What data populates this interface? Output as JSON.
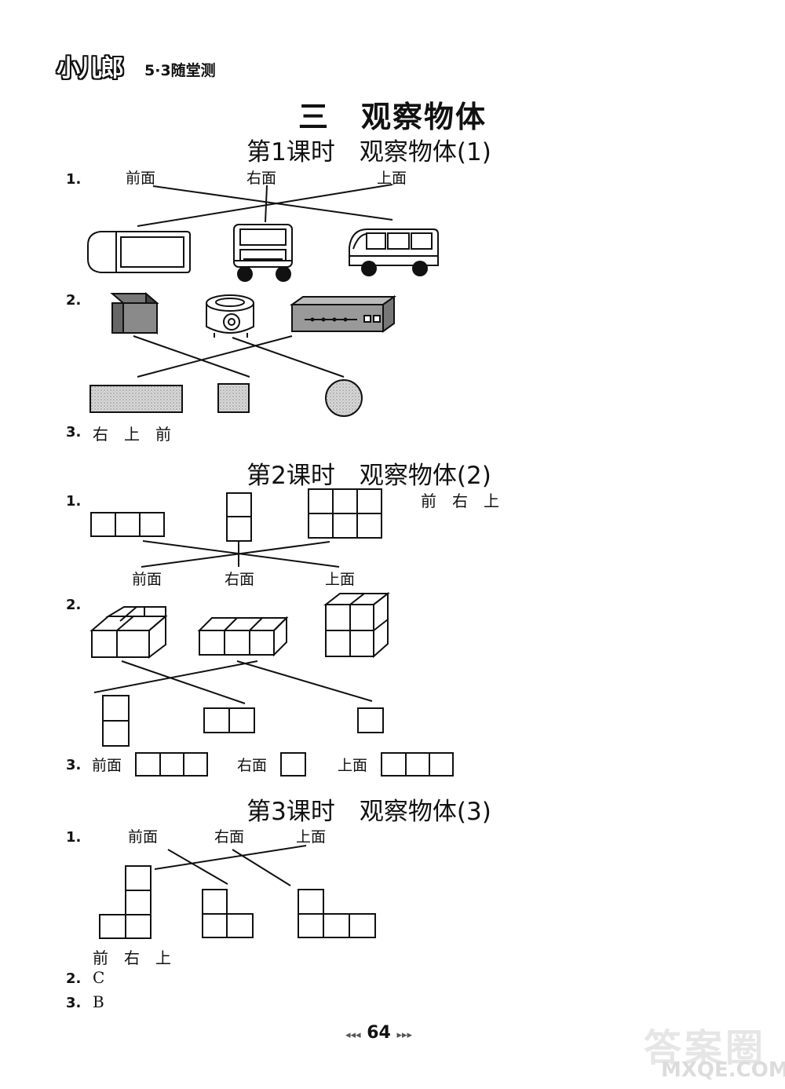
{
  "header": {
    "brand": "小儿郎",
    "series": "5·3随堂测"
  },
  "chapter_title": "三　观察物体",
  "lesson1": {
    "title": "第1课时　观察物体(1)",
    "q1": {
      "num": "1.",
      "labels": [
        "前面",
        "右面",
        "上面"
      ]
    },
    "q2": {
      "num": "2."
    },
    "q3": {
      "num": "3.",
      "answer": "右　上　前"
    }
  },
  "lesson2": {
    "title": "第2课时　观察物体(2)",
    "q1": {
      "num": "1.",
      "labels": [
        "前面",
        "右面",
        "上面"
      ],
      "answer": "前　右　上"
    },
    "q2": {
      "num": "2."
    },
    "q3": {
      "num": "3.",
      "labels": [
        "前面",
        "右面",
        "上面"
      ]
    }
  },
  "lesson3": {
    "title": "第3课时　观察物体(3)",
    "q1": {
      "num": "1.",
      "labels": [
        "前面",
        "右面",
        "上面"
      ],
      "answer": "前　右　上"
    },
    "q2": {
      "num": "2.",
      "answer": "C"
    },
    "q3": {
      "num": "3.",
      "answer": "B"
    }
  },
  "footer": {
    "page_number": "64",
    "left_arrows": "◂◂◂",
    "right_arrows": "▸▸▸"
  },
  "watermark": {
    "line1": "答案圈",
    "line2": "MXQE.COM"
  }
}
